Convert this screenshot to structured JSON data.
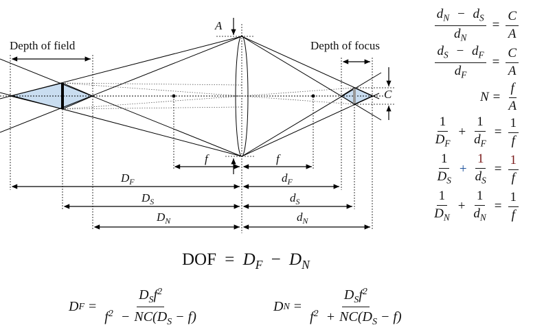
{
  "diagram": {
    "labels": {
      "depth_of_field": "Depth of field",
      "depth_of_focus": "Depth of focus",
      "aperture": "A",
      "coc": "C",
      "f": "f",
      "D": "D",
      "d": "d",
      "F": "F",
      "S": "S",
      "N": "N"
    },
    "colors": {
      "field_fill": "#c9ddf0",
      "focus_fill": "#c9ddf0",
      "subject_bar": "#000000",
      "sensor_bar": "#999999"
    }
  },
  "equations": {
    "minus": "−",
    "plus": "+",
    "eq": "=",
    "one": "1",
    "C": "C",
    "A": "A",
    "N": "N",
    "f": "f",
    "d": "d",
    "D": "D",
    "F": "F",
    "S": "S",
    "dof_lhs": "DOF",
    "f2": "f",
    "sq": "2",
    "NC": "NC(",
    "close": " − f)",
    "paren_open": "(",
    "close_plus": " − f)"
  }
}
